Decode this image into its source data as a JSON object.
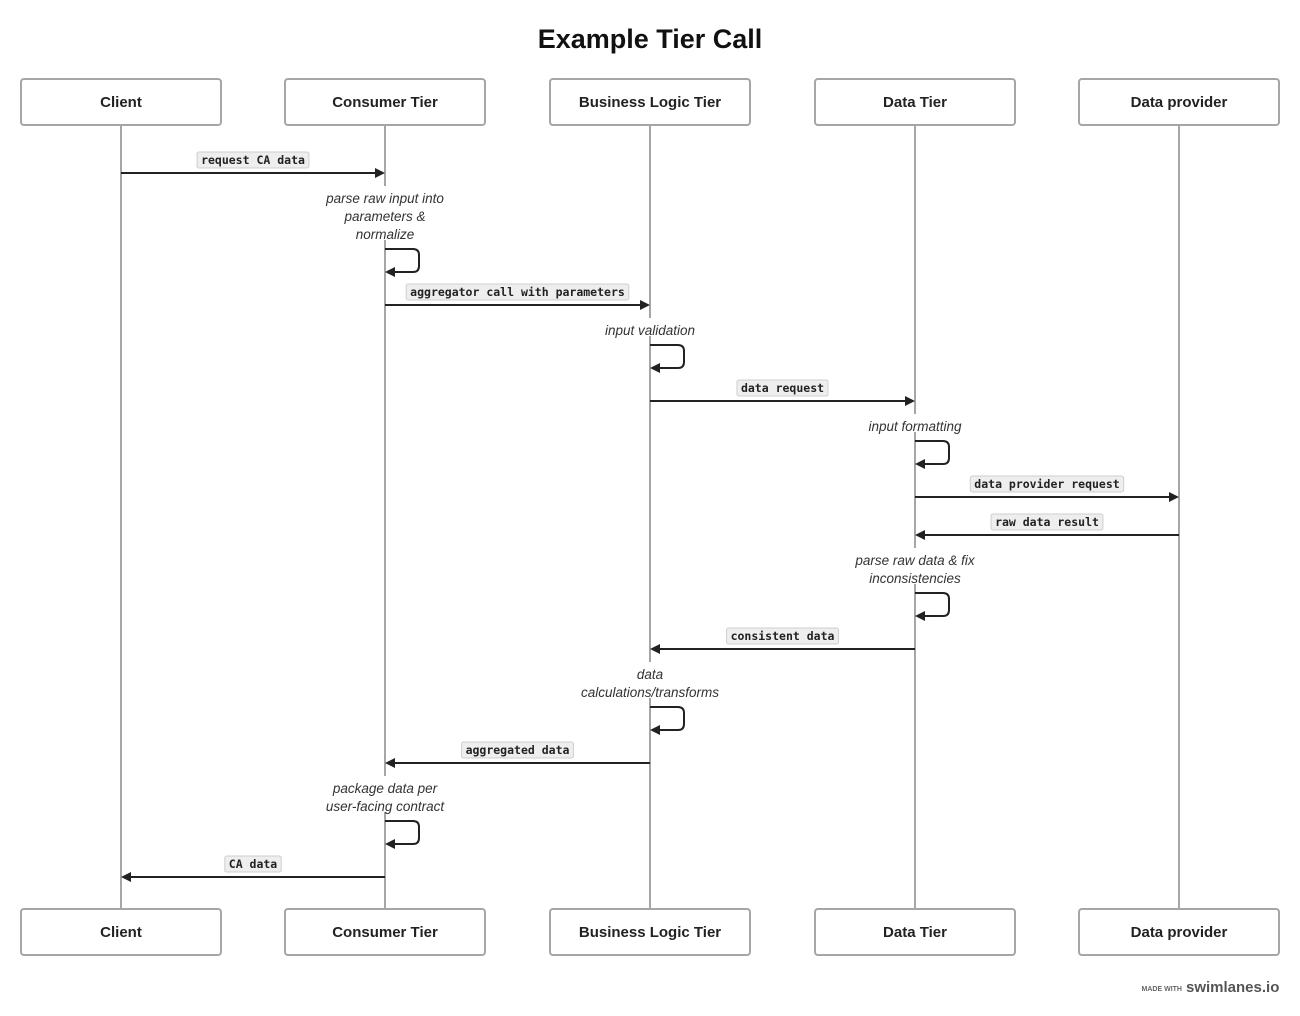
{
  "title": "Example Tier Call",
  "actors": [
    "Client",
    "Consumer Tier",
    "Business Logic Tier",
    "Data Tier",
    "Data provider"
  ],
  "steps": [
    {
      "kind": "message",
      "from": 0,
      "to": 1,
      "label": "request CA data"
    },
    {
      "kind": "self",
      "actor": 1,
      "lines": [
        "parse raw input into",
        "parameters &",
        "normalize"
      ]
    },
    {
      "kind": "message",
      "from": 1,
      "to": 2,
      "label": "aggregator call with parameters"
    },
    {
      "kind": "self",
      "actor": 2,
      "lines": [
        "input validation"
      ]
    },
    {
      "kind": "message",
      "from": 2,
      "to": 3,
      "label": "data request"
    },
    {
      "kind": "self",
      "actor": 3,
      "lines": [
        "input formatting"
      ]
    },
    {
      "kind": "message",
      "from": 3,
      "to": 4,
      "label": "data provider request"
    },
    {
      "kind": "message",
      "from": 4,
      "to": 3,
      "label": "raw data result"
    },
    {
      "kind": "self",
      "actor": 3,
      "lines": [
        "parse raw data & fix",
        "inconsistencies"
      ]
    },
    {
      "kind": "message",
      "from": 3,
      "to": 2,
      "label": "consistent data"
    },
    {
      "kind": "self",
      "actor": 2,
      "lines": [
        "data",
        "calculations/transforms"
      ]
    },
    {
      "kind": "message",
      "from": 2,
      "to": 1,
      "label": "aggregated data"
    },
    {
      "kind": "self",
      "actor": 1,
      "lines": [
        "package data per",
        "user-facing contract"
      ]
    },
    {
      "kind": "message",
      "from": 1,
      "to": 0,
      "label": "CA data"
    }
  ],
  "footer": {
    "made_with": "MADE WITH",
    "brand": "swimlanes.io"
  }
}
